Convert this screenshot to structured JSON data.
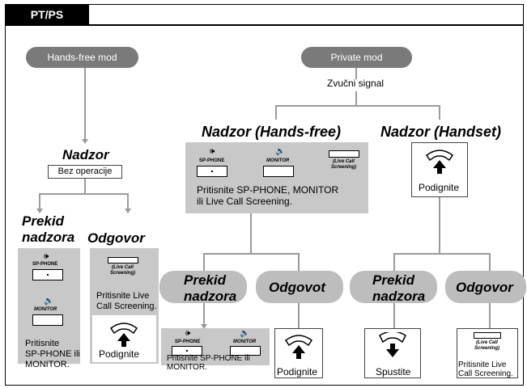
{
  "tab_label": "PT/PS",
  "left": {
    "mode": "Hands-free mod",
    "monitor_title": "Nadzor",
    "no_operation": "Bez operacije",
    "cancel_title": [
      "Prekid",
      "nadzora"
    ],
    "answer_title": "Odgovor",
    "cancel_text": [
      "Pritisnite",
      "SP-PHONE ili",
      "MONITOR."
    ],
    "answer_text": [
      "Pritisnite Live",
      "Call Screening."
    ],
    "lift_text": "Podignite"
  },
  "right": {
    "mode": "Private mod",
    "tone": "Zvučni signal",
    "hf_title": "Nadzor (Hands-free)",
    "hs_title": "Nadzor (Handset)",
    "hf_text": [
      "Pritisnite SP-PHONE, MONITOR",
      "ili Live Call Screening."
    ],
    "hs_lift": "Podignite",
    "hf_cancel_title": [
      "Prekid",
      "nadzora"
    ],
    "hf_answer_title": "Odgovot",
    "hs_cancel_title": [
      "Prekid",
      "nadzora"
    ],
    "hs_answer_title": "Odgovor",
    "hf_cancel_text": [
      "Pritisnite SP-PHONE ili",
      "MONITOR."
    ],
    "hf_answer_lift": "Podignite",
    "hs_cancel_hangup": "Spustite",
    "hs_answer_text": [
      "Pritisnite Live",
      "Call Screening."
    ]
  },
  "buttons": {
    "sp_phone": "SP-PHONE",
    "monitor": "MONITOR",
    "live_call": [
      "(Live Call",
      "Screening)"
    ]
  },
  "icons": [
    "speaker-icon",
    "monitor-speaker-icon",
    "handset-up-icon",
    "handset-down-icon"
  ]
}
